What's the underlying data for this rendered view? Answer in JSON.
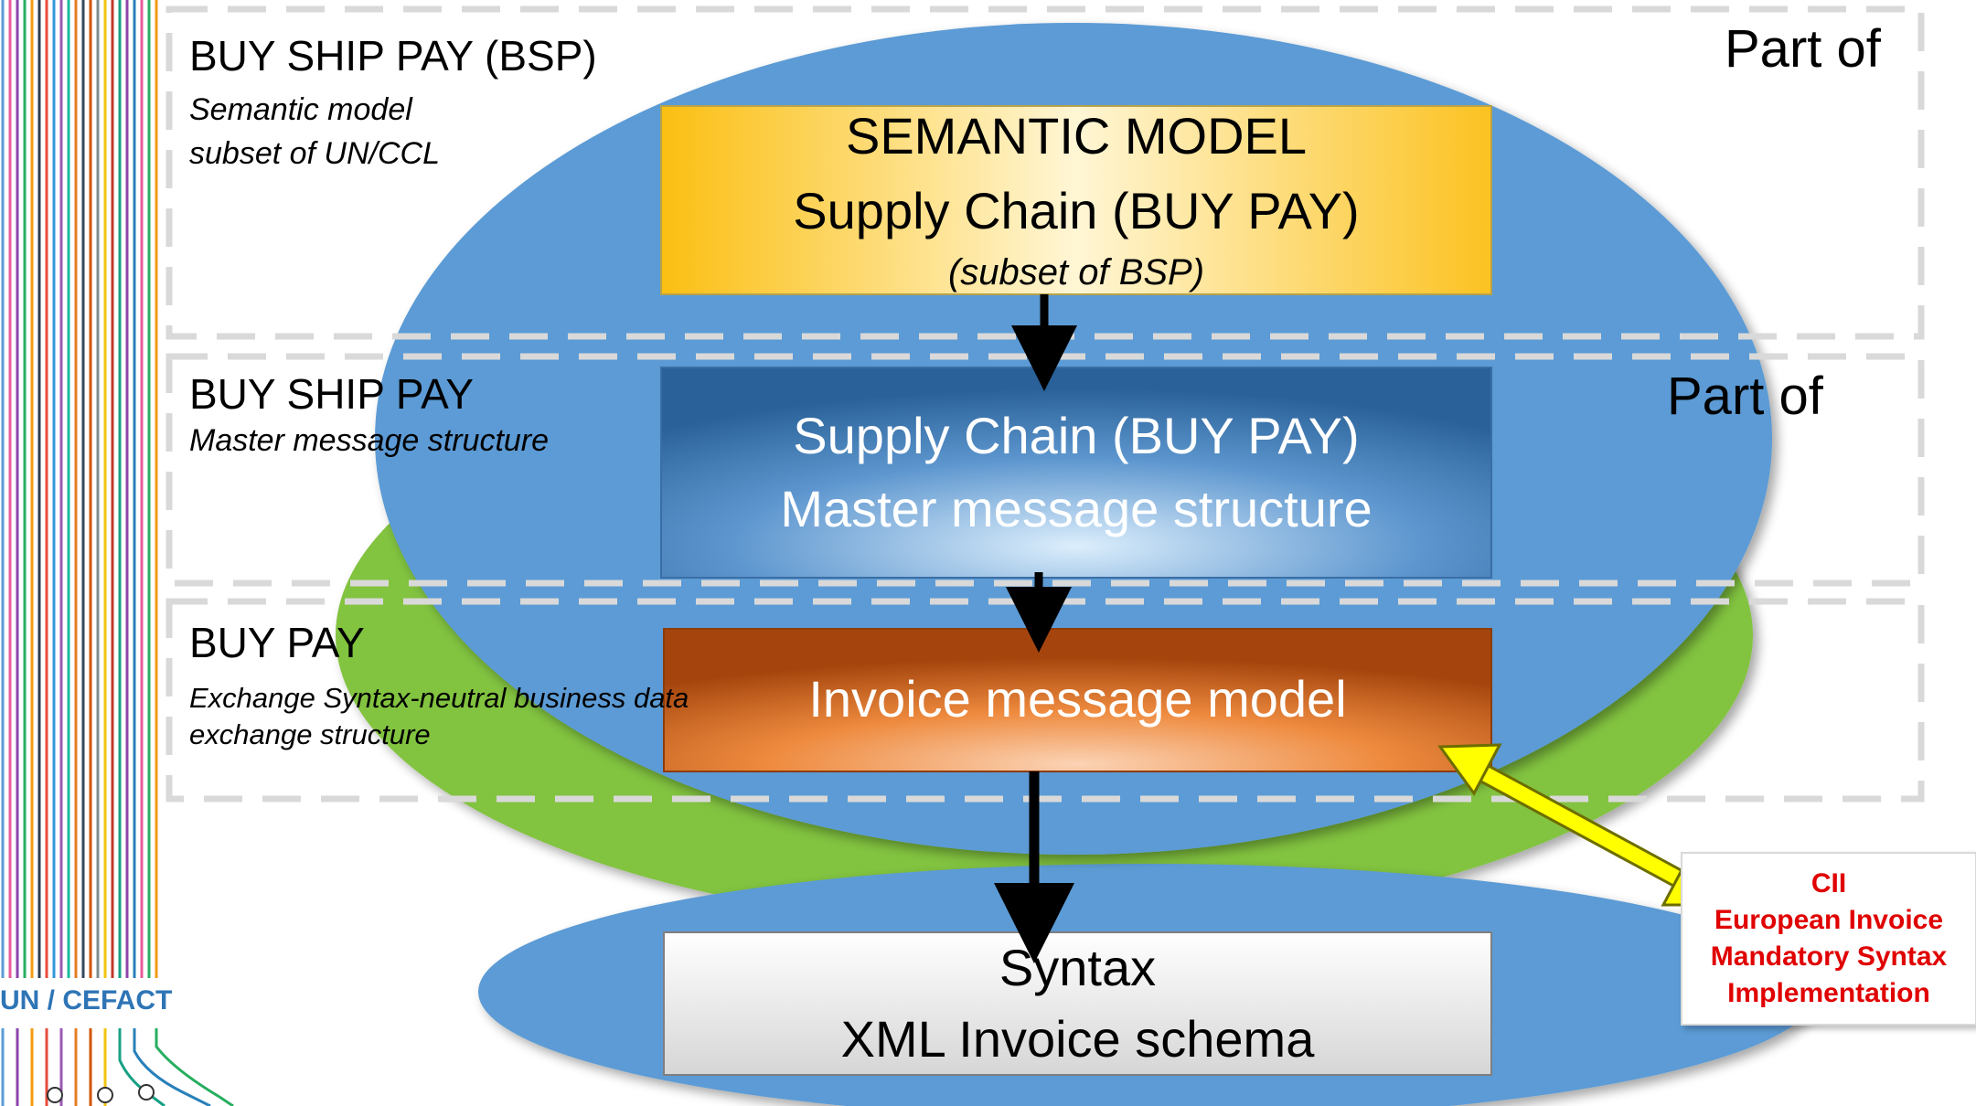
{
  "layers": {
    "top": {
      "title": "BUY SHIP PAY (BSP)",
      "subtitle_line1": "Semantic model",
      "subtitle_line2": "subset of UN/CCL",
      "part_of": "Part of"
    },
    "middle": {
      "title": "BUY SHIP PAY",
      "subtitle": "Master message structure",
      "part_of": "Part of"
    },
    "bottom": {
      "title": "BUY PAY",
      "subtitle_line1": "Exchange Syntax-neutral business data",
      "subtitle_line2": "exchange structure"
    }
  },
  "boxes": {
    "semantic": {
      "line1": "SEMANTIC MODEL",
      "line2": "Supply Chain (BUY PAY)",
      "line3": "(subset of BSP)"
    },
    "master": {
      "line1": "Supply Chain (BUY PAY)",
      "line2": "Master message structure"
    },
    "invoice": {
      "line1": "Invoice message model"
    },
    "syntax": {
      "line1": "Syntax",
      "line2": "XML Invoice schema"
    }
  },
  "callout": {
    "line1": "CII",
    "line2": "European Invoice",
    "line3": "Mandatory Syntax",
    "line4": "Implementation"
  },
  "logo": {
    "text": "UN / CEFACT"
  },
  "colors": {
    "ellipse_blue": "#5b9bd5",
    "ellipse_green": "#82c341",
    "dashed_frame": "#d9d9d9",
    "callout_text": "#e00000",
    "arrow_yellow": "#ffff00",
    "logo_text": "#2e75b6"
  }
}
